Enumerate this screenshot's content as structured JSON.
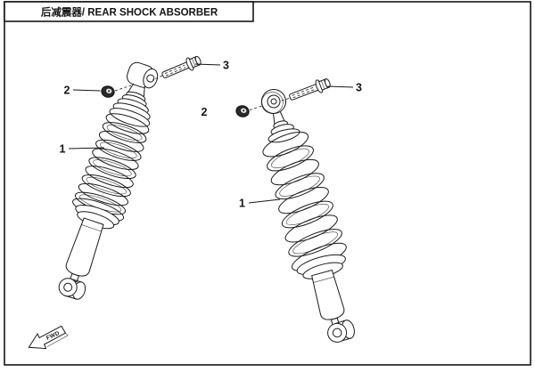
{
  "page": {
    "title_block": "后减震器/ REAR SHOCK ABSORBER"
  },
  "callouts": {
    "left_shock": "1",
    "left_nut": "2",
    "left_bolt": "3",
    "right_shock": "1",
    "right_nut": "2",
    "right_bolt": "3"
  },
  "direction_indicator": "FWD",
  "colors": {
    "line": "#1a1a1a",
    "background": "#ffffff"
  }
}
